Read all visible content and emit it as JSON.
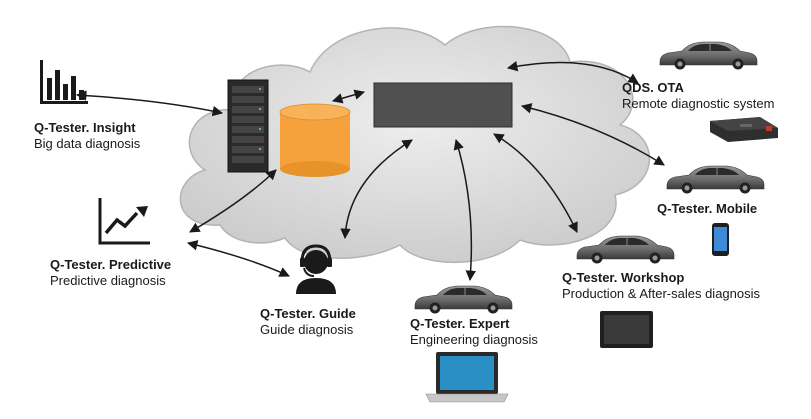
{
  "nodes": {
    "insight": {
      "title": "Q-Tester. Insight",
      "subtitle": "Big data diagnosis"
    },
    "predictive": {
      "title": "Q-Tester. Predictive",
      "subtitle": "Predictive diagnosis"
    },
    "guide": {
      "title": "Q-Tester. Guide",
      "subtitle": "Guide diagnosis"
    },
    "expert": {
      "title": "Q-Tester. Expert",
      "subtitle": "Engineering diagnosis"
    },
    "workshop": {
      "title": "Q-Tester. Workshop",
      "subtitle": "Production & After-sales diagnosis"
    },
    "mobile": {
      "title": "Q-Tester. Mobile",
      "subtitle": ""
    },
    "ota": {
      "title": "QDS. OTA",
      "subtitle": "Remote diagnostic system"
    }
  },
  "colors": {
    "cloud": "#dcdcdc",
    "cloud_edge": "#a9a9a9",
    "database": "#f5a23c",
    "server_box": "#505050",
    "arrow": "#1a1a1a"
  },
  "icons": [
    "bar-chart-icon",
    "trend-chart-icon",
    "headset-user-icon",
    "server-rack-icon",
    "database-icon",
    "car-icon",
    "laptop-icon",
    "tablet-icon",
    "smartphone-icon",
    "obd-device-icon"
  ]
}
